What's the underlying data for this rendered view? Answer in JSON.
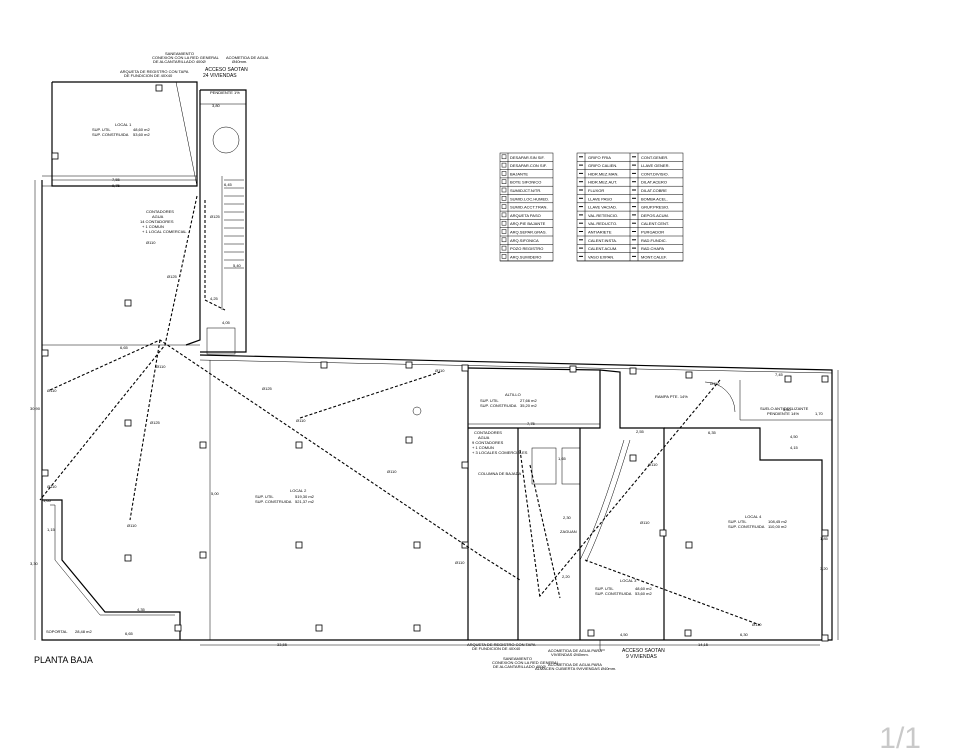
{
  "plan": {
    "title": "PLANTA BAJA",
    "page_indicator": "1/1",
    "top_notes": {
      "saneamiento": "SANEAMIENTO",
      "conexion": "CONEXION CON LA RED GENERAL",
      "alcantarillado": "DE ALCANTARILLADO 400Ø",
      "acometida": "ACOMETIDA DE AGUA",
      "acometida_diam": "Ø40mm.",
      "arqueta": "ARQUETA DE REGISTRO CON TAPA",
      "fundicion": "DE FUNDICION DE 40X40",
      "acceso": "ACCESO SAOTAN",
      "viviendas": "24 VIVIENDAS",
      "pendiente": "PENDIENTE 1%"
    },
    "local1": {
      "name": "LOCAL 1",
      "sup_util": "SUP. UTIL",
      "sup_util_val": "48,60 m2",
      "sup_const": "SUP. CONSTRUIDA",
      "sup_const_val": "53,60 m2"
    },
    "local2": {
      "name": "LOCAL 2",
      "sup_util": "SUP. UTIL",
      "sup_util_val": "519,30 m2",
      "sup_const": "SUP. CONSTRUIDA",
      "sup_const_val": "521,37 m2"
    },
    "local3": {
      "name": "LOCAL 3",
      "sup_util": "SUP. UTIL",
      "sup_util_val": "48,60 m2",
      "sup_const": "SUP. CONSTRUIDA",
      "sup_const_val": "53,60 m2"
    },
    "local4": {
      "name": "LOCAL 4",
      "sup_util": "SUP. UTIL",
      "sup_util_val": "108,45 m2",
      "sup_const": "SUP. CONSTRUIDA",
      "sup_const_val": "110,00 m2"
    },
    "altillo": {
      "name": "ALTILLO",
      "sup_util": "SUP. UTIL",
      "sup_util_val": "27,66 m2",
      "sup_const": "SUP. CONSTRUIDA",
      "sup_const_val": "35,20 m2"
    },
    "soportal": {
      "name": "SOPORTAL",
      "val": "28,48 m2"
    },
    "contadores": {
      "a": "CONTADORES",
      "b": "AGUA",
      "c": "14 CONTADORES",
      "d": "+ 1 COMUN",
      "e": "+ 1 LOCAL COMERCIAL"
    },
    "contadores2": {
      "a": "CONTADORES",
      "b": "AGUA",
      "c": "9 CONTADORES",
      "d": "+ 1 COMUN",
      "e": "+ 3 LOCALES COMERCIALES"
    },
    "misc": {
      "rampa": "RAMPA PTE. 14%",
      "suelo": "SUELO ANTIDESLIZANTE",
      "pendiente2": "PENDIENTE 14%",
      "columna": "COLUMNA DE BAJADA",
      "zaguan": "ZAGUAN",
      "bottom_arqueta": "ARQUETA DE REGISTRO CON TAPA",
      "bottom_fundicion": "DE FUNDICION DE 40X40",
      "bottom_saneamiento": "SANEAMIENTO",
      "bottom_conexion": "CONEXION CON LA RED GENERAL",
      "bottom_alcantarillado": "DE ALCANTARILLADO 400Ø",
      "bottom_acometida": "ACOMETIDA DE AGUA PARA",
      "bottom_acometida2": "VIVIENDAS Ø40mm.",
      "bottom_acometida3": "ACOMETIDA DE AGUA PARA",
      "bottom_acometida4": "ALMACEN CUBIERTA 9VIVIENDAS Ø40mm.",
      "bottom_acceso": "ACCESO SAOTAN",
      "bottom_viviendas": "9 VIVIENDAS"
    },
    "pipes": {
      "p1": "Ø110",
      "p2": "Ø110",
      "p3": "Ø125",
      "p4": "Ø110",
      "p5": "Ø125",
      "p6": "Ø110",
      "p7": "Ø125",
      "p8": "Ø110",
      "p9": "Ø110",
      "p10": "Ø110",
      "p11": "Ø110",
      "p12": "Ø110",
      "p13": "Ø110",
      "p14": "Ø110",
      "p15": "Ø110",
      "p16": "Ø110",
      "p17": "Ø125"
    },
    "dims": {
      "d1": "9,75",
      "d2": "7,55",
      "d3": "6,65",
      "d4": "1,65",
      "d5": "1,15",
      "d6": "4,35",
      "d7": "6,65",
      "d8": "33,55",
      "d9": "7,75",
      "d10": "2,55",
      "d11": "7,45",
      "d12": "5,60",
      "d13": "6,35",
      "d14": "4,50",
      "d15": "4,15",
      "d16": "4,50",
      "d17": "14,15",
      "d18": "6,30",
      "d19": "1,65",
      "d20": "2,30",
      "d21": "2,20",
      "d22": "4,25",
      "d23": "6,45",
      "d24": "4,05",
      "d25": "30,90",
      "d26": "5,00",
      "d27": "1,85",
      "d28": "3,20",
      "d29": "1,70",
      "d30": "3,80",
      "d31": "3,30",
      "d32": "5,40"
    }
  },
  "legend_left": [
    "DESAPAR.SIN SIF.",
    "DESAPAR.CON SIF.",
    "BAJANTE",
    "BOTE SIFONICO",
    "SUMIDJCT.N/TR.",
    "SUMID.LOC.HUMED.",
    "SUMID.ACCT.TRAN.",
    "ARQUETA PASO",
    "ARQ.PIE BAJANTE",
    "ARQ.SEPAR.GRAS.",
    "ARQ.SIFONICA",
    "POZO REGISTRO",
    "ARQ.SUMIDERO"
  ],
  "legend_right_a": [
    "GRIFO FRIA",
    "GRIFO CALIEN.",
    "HIDR.MEZ.MAN.",
    "HIDR.MEZ.AUT.",
    "FLUXOR",
    "LLAVE PASO",
    "LLAVE VACIAD.",
    "VAL.RETENCIO.",
    "VAL.REDUCTO.",
    "ANTIARIETE",
    "CALENT.INSTA.",
    "CALENT.ACUM.",
    "VASO EXPAN."
  ],
  "legend_right_b": [
    "CONT.GENER.",
    "LLAVE GENER.",
    "CONT.DIVISIO.",
    "DILAT.ACERO",
    "DILAT.COBRE",
    "BOMBA ACEL.",
    "GRUP.PRESIO.",
    "DEPOS.ACUM.",
    "CALENT.CENT.",
    "PURGADOR",
    "RAD.FUNDIC.",
    "RAD.CHAPA",
    "MONT.CALEF."
  ],
  "colors": {
    "ink": "#000000",
    "page_num": "#c9c9c9",
    "background": "#ffffff"
  }
}
